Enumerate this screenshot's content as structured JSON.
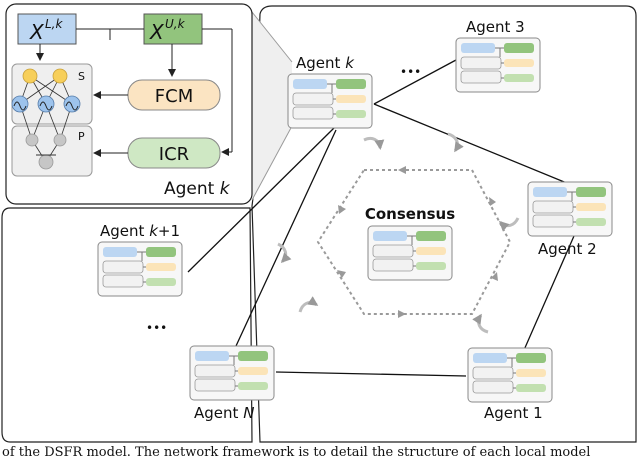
{
  "inset": {
    "x_lower": "X",
    "x_lower_sup": "L,k",
    "x_upper": "X",
    "x_upper_sup": "U,k",
    "fcm": "FCM",
    "icr": "ICR",
    "layer_s": "S",
    "layer_p": "P",
    "title_prefix": "Agent",
    "title_var": "k"
  },
  "agents": {
    "agent_k": {
      "prefix": "Agent",
      "var": "k"
    },
    "agent_3": {
      "prefix": "Agent 3"
    },
    "agent_2": {
      "prefix": "Agent 2"
    },
    "agent_1": {
      "prefix": "Agent 1"
    },
    "agent_n": {
      "prefix": "Agent",
      "var": "N"
    },
    "agent_k1": {
      "prefix": "Agent",
      "var": "k",
      "suffix": "+1"
    }
  },
  "consensus": "Consensus",
  "ellipsis": "•••",
  "caption": "of the DSFR model. The network framework is to detail the structure of each local model",
  "colors": {
    "blue": "#bcd6f2",
    "green": "#92c47d",
    "yellow": "#fbe4b8",
    "lightgreen": "#c2e0b0",
    "gray": "#e6e6e6",
    "fcm_fill": "#fbe4c2",
    "icr_fill": "#cfe8c4",
    "node_yellow": "#f7cf5a",
    "node_blue": "#9dc3ec",
    "node_gray": "#c6c6c6"
  }
}
